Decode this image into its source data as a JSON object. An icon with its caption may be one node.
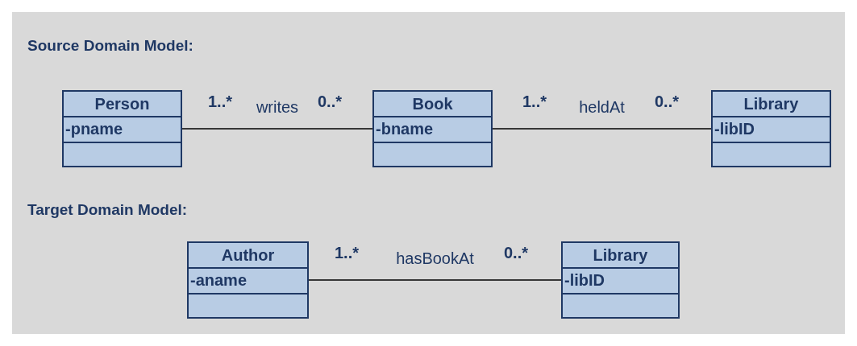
{
  "diagram": {
    "nodes": [
      {
        "text": [
          "Person",
          "-pname"
        ]
      },
      {
        "text": [
          "Book",
          "-bname"
        ]
      },
      {
        "text": [
          "Library",
          "-libID"
        ]
      },
      {
        "text": [
          "Author",
          "-aname"
        ]
      },
      {
        "text": [
          "Library",
          "-libID"
        ]
      }
    ],
    "edges": [
      {
        "from": 0,
        "to": 1,
        "arrow": "none",
        "label": "writes"
      },
      {
        "from": 1,
        "to": 2,
        "arrow": "none",
        "label": "heldAt"
      },
      {
        "from": 3,
        "to": 4,
        "arrow": "none",
        "label": "hasBookAt"
      }
    ],
    "labels": [
      "Source Domain Model:",
      "1..*",
      "0..*",
      "1..*",
      "0..*",
      "Target Domain Model:",
      "1..*",
      "0..*"
    ]
  }
}
